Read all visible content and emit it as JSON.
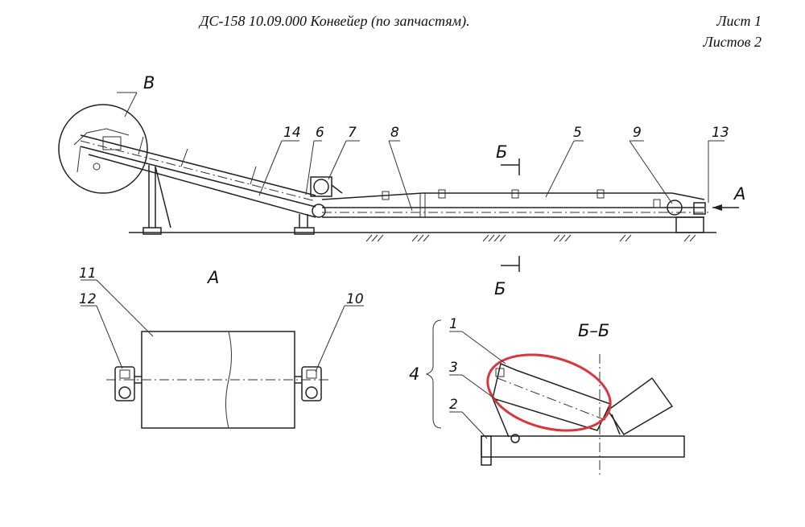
{
  "header": {
    "title": "ДС-158 10.09.000 Конвейер (по запчастям).",
    "sheet": "Лист 1",
    "sheets_total": "Листов 2"
  },
  "callouts": {
    "detail_b": "В",
    "pos_14": "14",
    "pos_6": "6",
    "pos_7": "7",
    "pos_8": "8",
    "pos_5": "5",
    "pos_9": "9",
    "pos_13": "13",
    "view_a_arrow": "А",
    "section_top": "Б",
    "section_bottom": "Б"
  },
  "view_a": {
    "title": "А",
    "pos_11": "11",
    "pos_12": "12",
    "pos_10": "10"
  },
  "section_bb": {
    "title": "Б–Б",
    "pos_1": "1",
    "pos_3": "3",
    "pos_2": "2",
    "pos_4": "4"
  },
  "colors": {
    "ink": "#222222",
    "highlight": "#d9363e",
    "background": "#ffffff"
  }
}
